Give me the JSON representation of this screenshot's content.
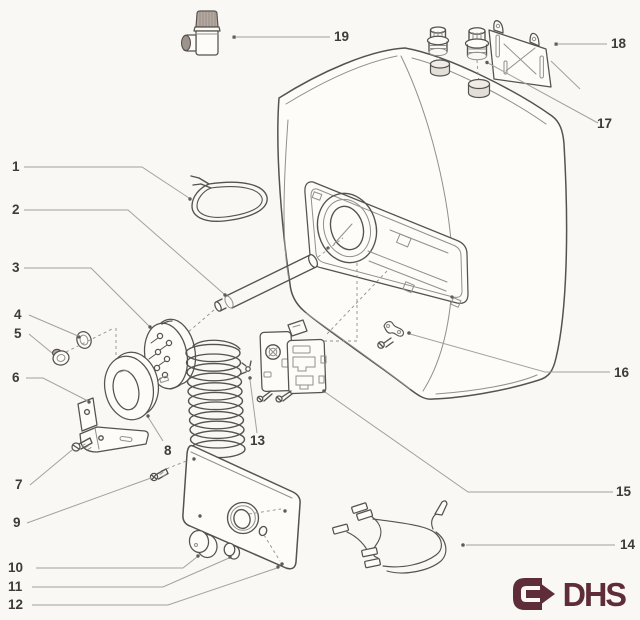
{
  "callouts": [
    {
      "number": "1",
      "part": "power-cable"
    },
    {
      "number": "2",
      "part": "dip-tube"
    },
    {
      "number": "3",
      "part": "heating-element-flange"
    },
    {
      "number": "4",
      "part": "washer"
    },
    {
      "number": "5",
      "part": "nut"
    },
    {
      "number": "6",
      "part": "support-bracket"
    },
    {
      "number": "7",
      "part": "bracket-screw"
    },
    {
      "number": "8",
      "part": "flange-gasket"
    },
    {
      "number": "9",
      "part": "panel-screw"
    },
    {
      "number": "10",
      "part": "temperature-knob"
    },
    {
      "number": "11",
      "part": "button"
    },
    {
      "number": "12",
      "part": "front-panel"
    },
    {
      "number": "13",
      "part": "thermostat-screw"
    },
    {
      "number": "14",
      "part": "wiring-harness"
    },
    {
      "number": "15",
      "part": "thermostat"
    },
    {
      "number": "16",
      "part": "tank-body"
    },
    {
      "number": "17",
      "part": "pipe-fitting"
    },
    {
      "number": "18",
      "part": "wall-bracket"
    },
    {
      "number": "19",
      "part": "safety-valve"
    }
  ],
  "logo": {
    "text": "DHS"
  },
  "colors": {
    "background": "#f9f8f4",
    "paper": "#fdfcf9",
    "line": "#56524d",
    "line_light": "#938f89",
    "leader": "#a5a19b",
    "label": "#3e3b38",
    "dot": "#5f5b56",
    "shade": "#e2ded8",
    "cap": "#b7a9a1",
    "logo": "#5e2d38"
  }
}
